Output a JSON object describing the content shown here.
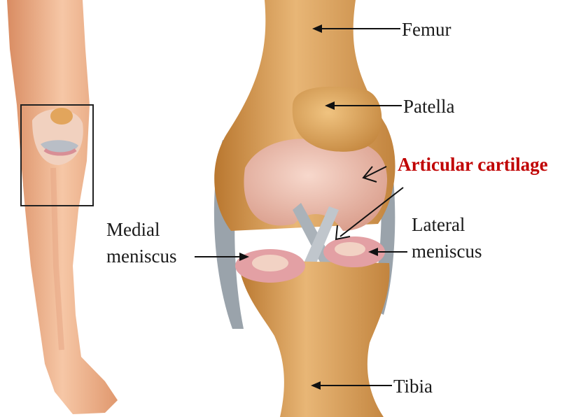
{
  "labels": {
    "femur": "Femur",
    "patella": "Patella",
    "articular_cartilage": "Articular cartilage",
    "medial_meniscus_line1": "Medial",
    "medial_meniscus_line2": "meniscus",
    "lateral_meniscus_line1": "Lateral",
    "lateral_meniscus_line2": "meniscus",
    "tibia": "Tibia"
  },
  "colors": {
    "label_text": "#1a1a1a",
    "highlight_label": "#c00000",
    "bone": "#d9a15e",
    "cartilage": "#eab7a8",
    "meniscus": "#e3a0a4",
    "ligament": "#9aa3ab",
    "skin": "#f0b895"
  }
}
